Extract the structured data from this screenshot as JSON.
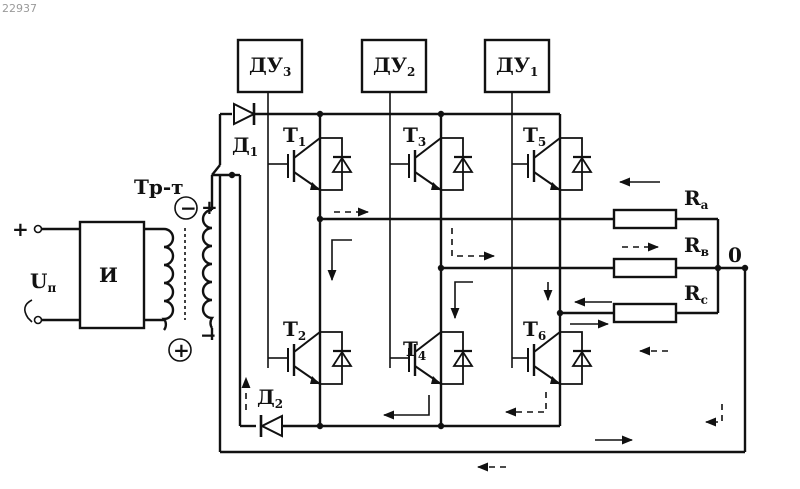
{
  "watermark": "22937",
  "supply": {
    "plus": "+",
    "label_main": "U",
    "label_sub": "п",
    "inverter": "И"
  },
  "transformer": {
    "label": "Тр-т",
    "minus_top": "−",
    "plus_top": "+",
    "plus_bottom": "+",
    "minus_bottom": "−"
  },
  "control_units": [
    {
      "main": "ДУ",
      "sub": "3"
    },
    {
      "main": "ДУ",
      "sub": "2"
    },
    {
      "main": "ДУ",
      "sub": "1"
    }
  ],
  "diodes": [
    {
      "main": "Д",
      "sub": "1"
    },
    {
      "main": "Д",
      "sub": "2"
    }
  ],
  "transistors": [
    {
      "main": "Т",
      "sub": "1"
    },
    {
      "main": "Т",
      "sub": "2"
    },
    {
      "main": "Т",
      "sub": "3"
    },
    {
      "main": "Т",
      "sub": "4"
    },
    {
      "main": "Т",
      "sub": "5"
    },
    {
      "main": "Т",
      "sub": "6"
    }
  ],
  "resistors": [
    {
      "main": "R",
      "sub": "a"
    },
    {
      "main": "R",
      "sub": "в"
    },
    {
      "main": "R",
      "sub": "c"
    }
  ],
  "neutral": "0"
}
